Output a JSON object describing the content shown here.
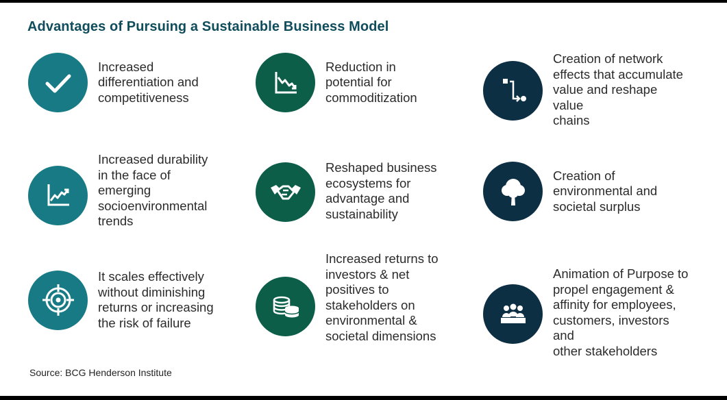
{
  "title": "Advantages of Pursuing a Sustainable Business Model",
  "source": "Source: BCG Henderson Institute",
  "colors": {
    "title": "#0f4c5c",
    "teal": "#177a85",
    "green": "#0c5e49",
    "navy": "#0d2f44"
  },
  "items": [
    {
      "icon": "checkmark-icon",
      "lines": [
        "Increased",
        "differentiation and",
        "competitiveness"
      ]
    },
    {
      "icon": "declining-chart-icon",
      "lines": [
        "Reduction in",
        "potential for",
        "commoditization"
      ]
    },
    {
      "icon": "network-flow-icon",
      "lines": [
        "Creation of network",
        "effects that accumulate",
        "value and reshape value",
        "chains"
      ]
    },
    {
      "icon": "rising-chart-icon",
      "lines": [
        "Increased durability",
        "in the face of",
        "emerging",
        "socioenvironmental",
        "trends"
      ]
    },
    {
      "icon": "handshake-icon",
      "lines": [
        "Reshaped business",
        "ecosystems for",
        "advantage and",
        "sustainability"
      ]
    },
    {
      "icon": "tree-icon",
      "lines": [
        "Creation of",
        "environmental and",
        "societal surplus"
      ]
    },
    {
      "icon": "target-icon",
      "lines": [
        "It scales effectively",
        "without diminishing",
        "returns or increasing",
        "the risk of failure"
      ]
    },
    {
      "icon": "coins-icon",
      "lines": [
        "Increased returns to",
        "investors & net",
        "positives to",
        "stakeholders on",
        "environmental &",
        "societal dimensions"
      ]
    },
    {
      "icon": "people-group-icon",
      "lines": [
        "Animation of Purpose to",
        "propel engagement &",
        "affinity for employees,",
        "customers, investors and",
        "other stakeholders"
      ]
    }
  ]
}
